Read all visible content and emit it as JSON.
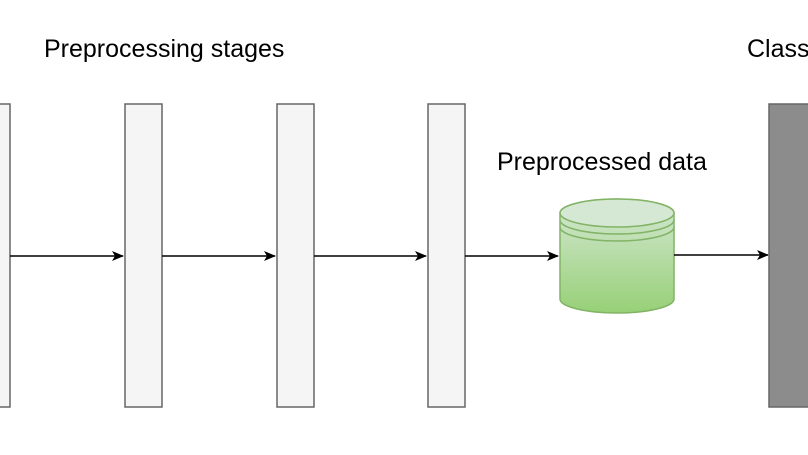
{
  "labels": {
    "stages": "Preprocessing stages",
    "data": "Preprocessed data",
    "classifier_partial": "Class"
  },
  "colors": {
    "stage_fill": "#f5f5f5",
    "stage_stroke": "#666666",
    "db_fill_top": "#d5e8d4",
    "db_fill_bottom": "#97d077",
    "db_stroke": "#82b366",
    "classifier_fill": "#8c8c8c",
    "classifier_stroke": "#666666",
    "arrow": "#000000"
  }
}
